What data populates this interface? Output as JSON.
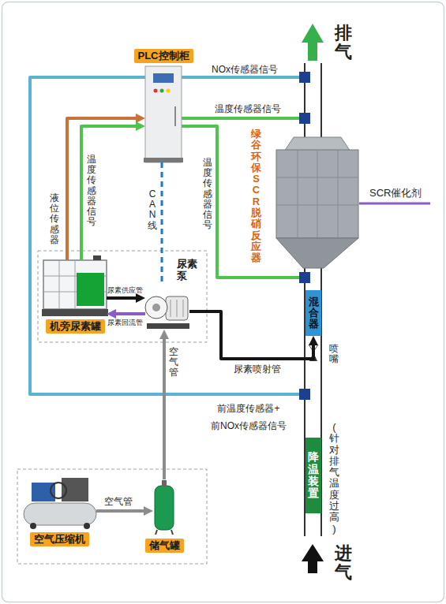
{
  "diagram": {
    "nodes": [
      {
        "text": [
          "PLC控制柜"
        ]
      },
      {
        "text": [
          "绿谷环保SCR脱硝反应器"
        ]
      },
      {
        "text": [
          "机旁尿素罐"
        ]
      },
      {
        "text": [
          "尿素泵"
        ]
      },
      {
        "text": [
          "混合器"
        ]
      },
      {
        "text": [
          "降温装置"
        ]
      },
      {
        "text": [
          "空气压缩机"
        ]
      },
      {
        "text": [
          "储气罐"
        ]
      }
    ],
    "edges": [
      {
        "from": 2,
        "to": 0,
        "arrow": "to",
        "label": "液位传感器"
      },
      {
        "from": 2,
        "to": 0,
        "arrow": "to",
        "label": "温度传感器信号"
      },
      {
        "from": 0,
        "to": 3,
        "arrow": "none",
        "label": "CAN线"
      },
      {
        "from": 2,
        "to": 3,
        "arrow": "to",
        "label": "尿素供应管"
      },
      {
        "from": 3,
        "to": 2,
        "arrow": "to",
        "label": "尿素回流管"
      },
      {
        "from": 3,
        "to": 4,
        "arrow": "to",
        "label": "尿素喷射管"
      },
      {
        "from": 7,
        "to": 3,
        "arrow": "to",
        "label": "空气管"
      },
      {
        "from": 6,
        "to": 7,
        "arrow": "to",
        "label": "空气管"
      }
    ],
    "labels": [
      "排气",
      "NOx传感器信号",
      "温度传感器信号",
      "温度传感器信号",
      "SCR催化剂",
      "喷嘴",
      "前温度传感器+ 前NOx传感器信号",
      "(针对排气温度过高)",
      "进气"
    ]
  }
}
